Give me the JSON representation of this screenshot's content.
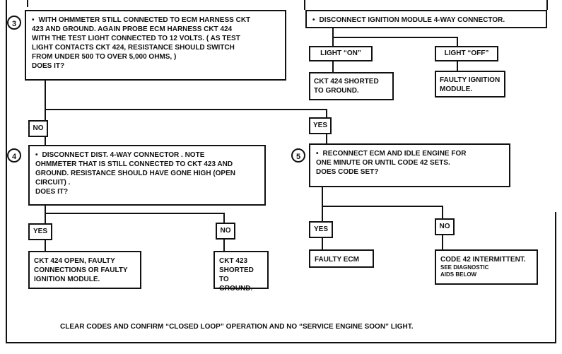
{
  "steps": {
    "s3": {
      "num": "3",
      "text": "WITH OHMMETER STILL CONNECTED TO ECM HARNESS CKT\n423 AND GROUND.  AGAIN PROBE ECM HARNESS CKT 424\nWITH THE TEST LIGHT CONNECTED TO 12 VOLTS.  ( AS TEST\nLIGHT CONTACTS CKT 424, RESISTANCE SHOULD SWITCH\nFROM UNDER 500 TO OVER 5,000 OHMS, )\nDOES IT?"
    },
    "s4": {
      "num": "4",
      "text": "DISCONNECT DIST. 4-WAY CONNECTOR .  NOTE\nOHMMETER THAT IS STILL CONNECTED TO CKT 423  AND\nGROUND. RESISTANCE SHOULD HAVE GONE HIGH (OPEN\nCIRCUIT) .\nDOES IT?"
    },
    "s5": {
      "num": "5",
      "text": "RECONNECT ECM AND IDLE ENGINE FOR\nONE MINUTE OR UNTIL CODE 42 SETS.\nDOES CODE SET?"
    },
    "disconnect": {
      "text": "DISCONNECT IGNITION MODULE 4-WAY CONNECTOR."
    }
  },
  "labels": {
    "no_left": "NO",
    "yes_right": "YES",
    "yes_s4": "YES",
    "no_s4": "NO",
    "yes_s5": "YES",
    "no_s5": "NO",
    "light_on": "LIGHT “ON”",
    "light_off": "LIGHT “OFF”"
  },
  "results": {
    "ckt424_ground": "CKT 424  SHORTED\nTO GROUND.",
    "faulty_ign": "FAULTY IGNITION\nMODULE.",
    "ckt424_open": "CKT 424 OPEN, FAULTY\nCONNECTIONS OR FAULTY\nIGNITION MODULE.",
    "ckt423_ground": "CKT 423\nSHORTED TO\nGROUND.",
    "faulty_ecm": "FAULTY ECM",
    "code42": "CODE 42 INTERMITTENT.",
    "code42_sub": "SEE DIAGNOSTIC\nAIDS BELOW"
  },
  "footer": "CLEAR CODES AND CONFIRM “CLOSED LOOP” OPERATION AND NO “SERVICE ENGINE SOON” LIGHT.",
  "bullet": "•"
}
